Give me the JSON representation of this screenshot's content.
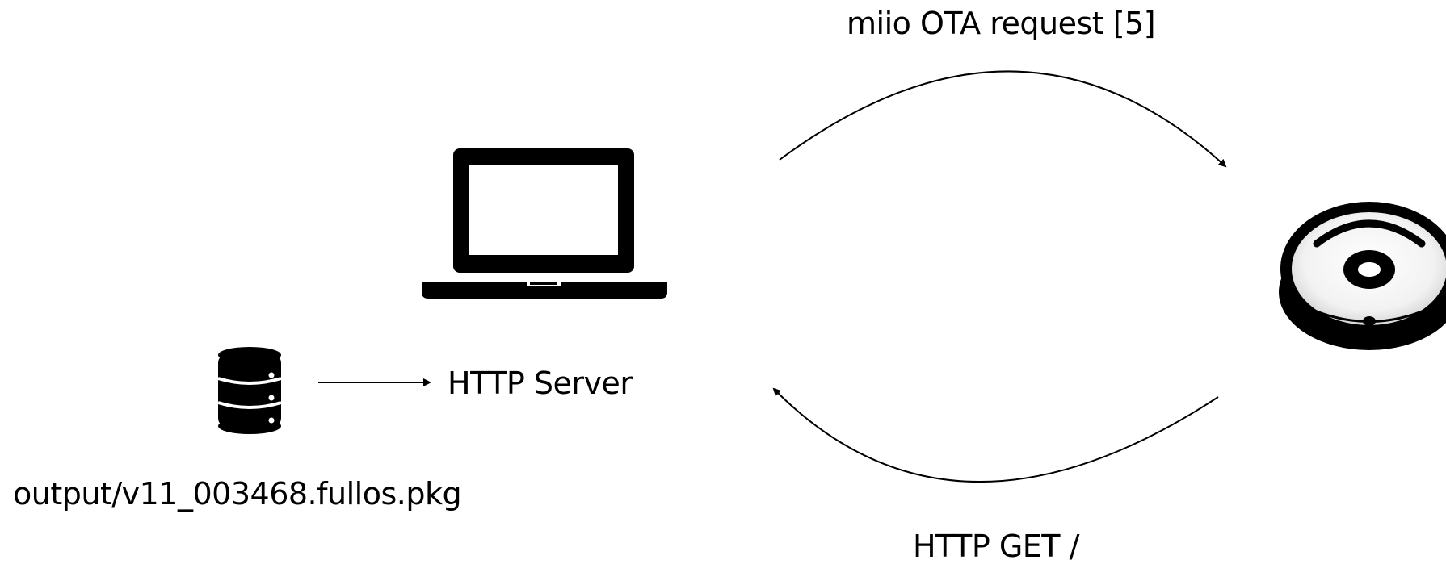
{
  "diagram": {
    "ota_request_label": "miio OTA request [5]",
    "http_server_label": "HTTP Server",
    "file_path_label": "output/v11_003468.fullos.pkg",
    "http_get_label": "HTTP GET /"
  },
  "icons": {
    "laptop": "laptop-icon",
    "database": "database-icon",
    "robot_vacuum": "robot-vacuum-icon"
  },
  "colors": {
    "ink": "#000000",
    "background": "#ffffff"
  }
}
